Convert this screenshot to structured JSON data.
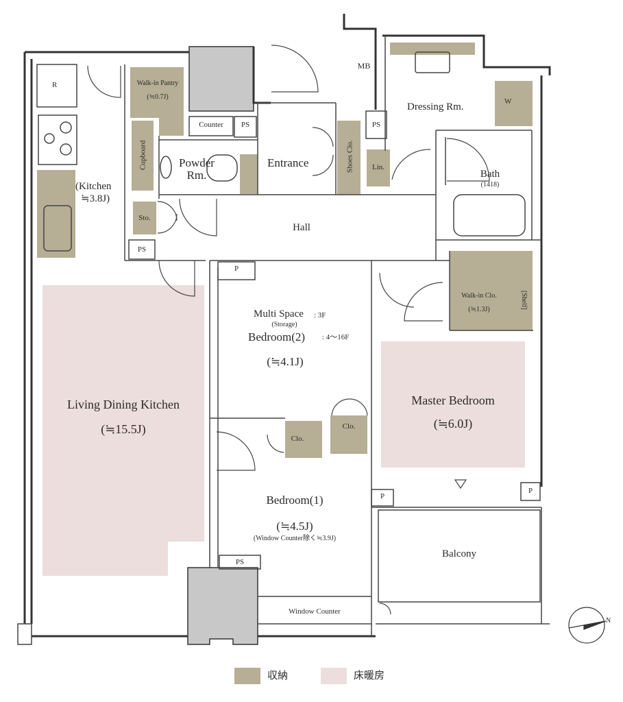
{
  "colors": {
    "storage": "#b6ae95",
    "floor_heating": "#ecdedd",
    "wall": "#333333",
    "shaft": "#c8c8c8"
  },
  "rooms": {
    "r": "R",
    "walkin_pantry": "Walk-in Pantry",
    "walkin_pantry_size": "(≒0.7J)",
    "counter": "Counter",
    "ps": "PS",
    "mb": "MB",
    "dressing": "Dressing Rm.",
    "w": "W",
    "cupboard": "Cupboard",
    "powder": "Powder",
    "powder2": "Rm.",
    "entrance": "Entrance",
    "shoes": "Shoes Clo.",
    "lin": "Lin.",
    "bath": "Bath",
    "bath_size": "(1418)",
    "kitchen": "(Kitchen",
    "kitchen_size": "≒3.8J)",
    "sto": "Sto.",
    "hall": "Hall",
    "p": "P",
    "walkin_clo": "Walk-in Clo.",
    "walkin_clo_size": "(≒1.3J)",
    "shelf": "[Shelf]",
    "multi_space": "Multi Space",
    "multi_space_floor": ": 3F",
    "storage": "(Storage)",
    "bedroom2": "Bedroom(2)",
    "bedroom2_floor": ": 4〜16F",
    "bedroom2_size": "(≒4.1J)",
    "ldk": "Living Dining Kitchen",
    "ldk_size": "(≒15.5J)",
    "master": "Master Bedroom",
    "master_size": "(≒6.0J)",
    "clo": "Clo.",
    "bedroom1": "Bedroom(1)",
    "bedroom1_size": "(≒4.5J)",
    "bedroom1_note": "(Window Counter除く≒3.9J)",
    "balcony": "Balcony",
    "window_counter": "Window Counter",
    "north": "N"
  },
  "legend": [
    {
      "label": "収納",
      "color": "#b6ae95"
    },
    {
      "label": "床暖房",
      "color": "#ecdedd"
    }
  ]
}
